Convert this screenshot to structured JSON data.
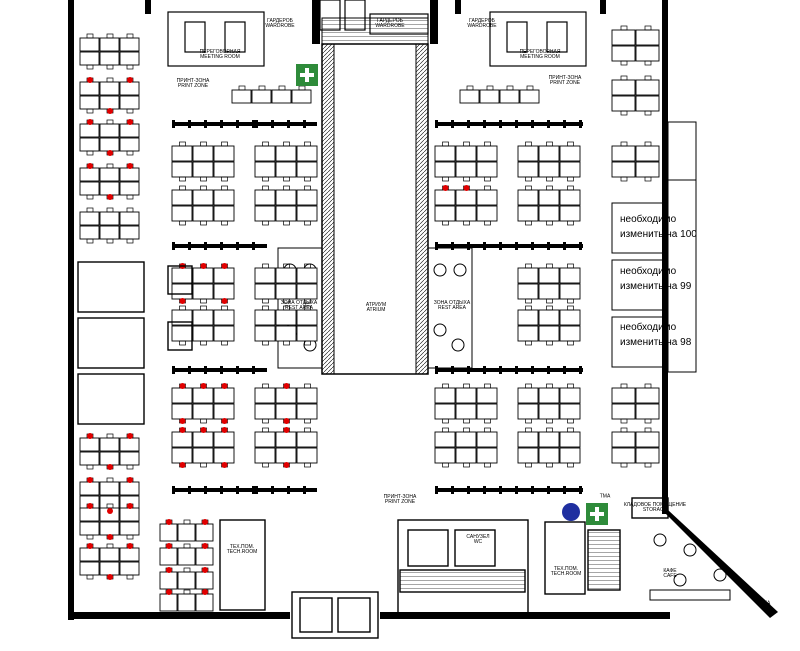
{
  "labels": {
    "meeting_room_left": "ПЕРЕГОВОРНАЯ\nMEETING ROOM",
    "meeting_room_right": "ПЕРЕГОВОРНАЯ\nMEETING ROOM",
    "wardrobe_1": "ГАРДЕРОБ\nWARDROBE",
    "wardrobe_2": "ГАРДЕРОБ\nWARDROBE",
    "wardrobe_3": "ГАРДЕРОБ\nWARDROBE",
    "print_zone_nw": "ПРИНТ-ЗОНА\nPRINT ZONE",
    "print_zone_ne": "ПРИНТ-ЗОНА\nPRINT ZONE",
    "print_zone_s": "ПРИНТ-ЗОНА\nPRINT ZONE",
    "rest_area_left": "ЗОНА ОТДЫХА\nREST AREA",
    "rest_area_right": "ЗОНА ОТДЫХА\nREST AREA",
    "atrium": "АТРИУМ\nATRIUM",
    "tech_room_left": "ТЕХ.ПОМ.\nTECH.ROOM",
    "tech_room_right": "ТЕХ.ПОМ.\nTECH.ROOM",
    "sanitary": "САНУЗЕЛ\nWC",
    "storage": "КЛАДОВОЕ ПОМЕЩЕНИЕ\nSTORAGE",
    "cafe": "КАФЕ\nCAFE",
    "cafe_area": "ТМА",
    "tma_label": "ТМА",
    "office_tag": "—",
    "open_tag": "—"
  },
  "notes": [
    {
      "line1": "необходимо",
      "line2": "изменить на 100"
    },
    {
      "line1": "необходимо",
      "line2": "изменить на 99"
    },
    {
      "line1": "необходимо",
      "line2": "изменить на 98"
    }
  ],
  "icons": {
    "first_aid_top": "first-aid-icon",
    "first_aid_bottom": "first-aid-icon",
    "marker": "location-marker-icon"
  },
  "colors": {
    "occupied_seat": "#e00000",
    "first_aid_green": "#2e8b3a",
    "marker_blue": "#1f2fa0"
  }
}
